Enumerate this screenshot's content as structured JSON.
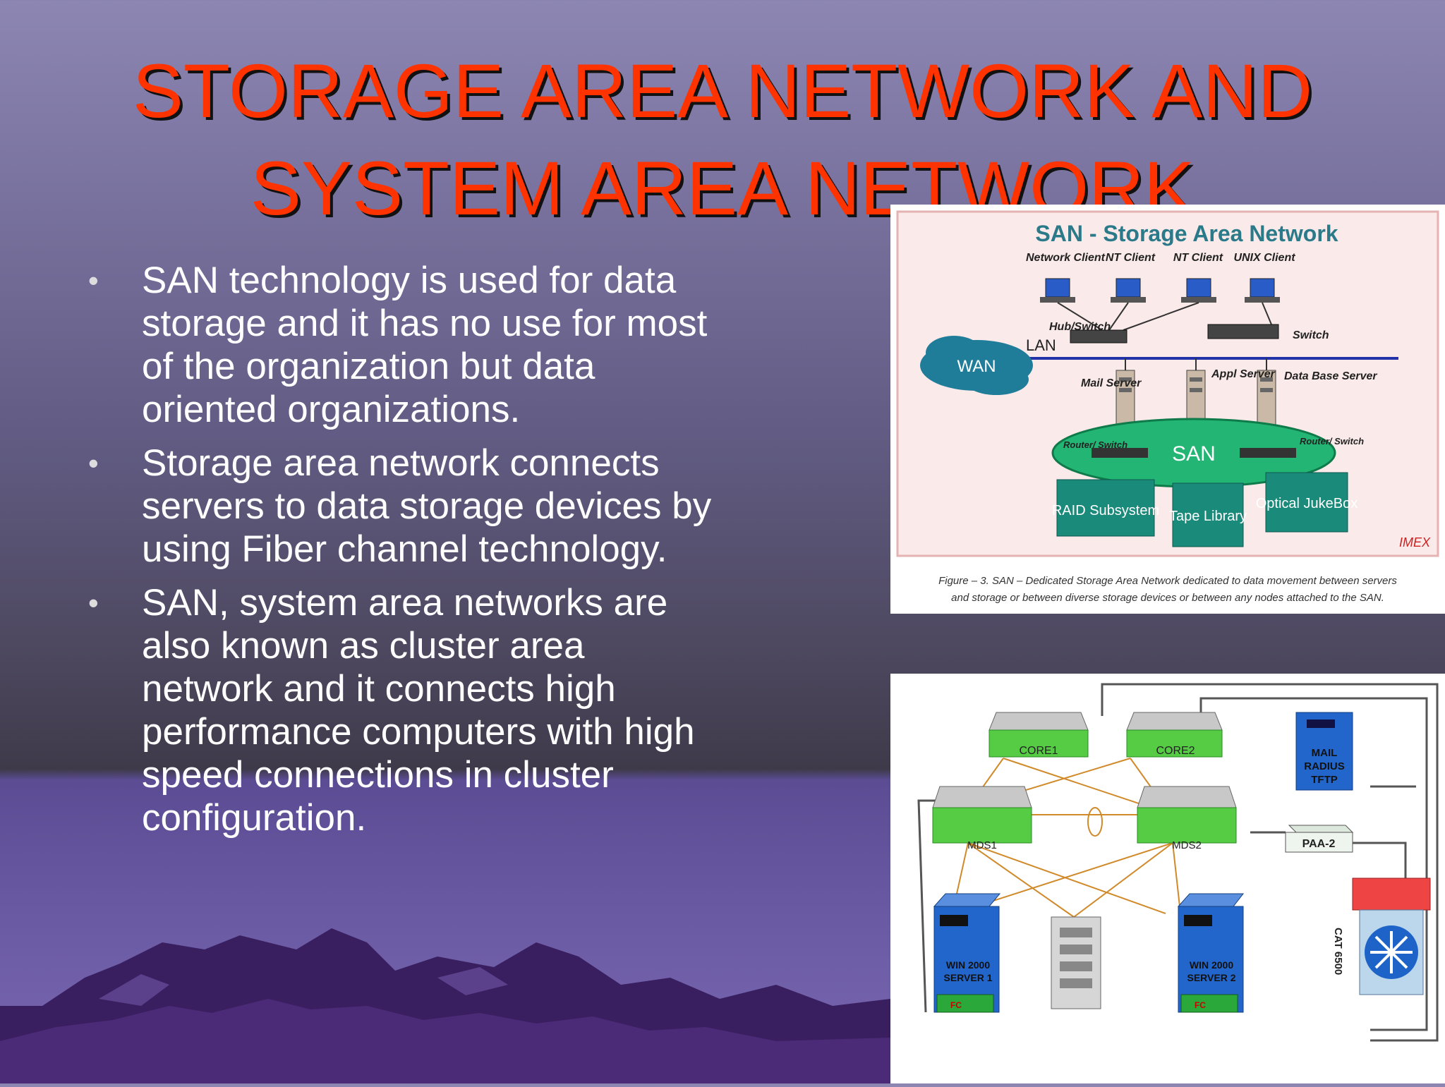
{
  "slide": {
    "title_line1": "STORAGE AREA NETWORK AND",
    "title_line2": "SYSTEM AREA NETWORK",
    "bullets": [
      "SAN technology is used for data storage and it has no use for most of the organization but data oriented organizations.",
      "Storage area network connects servers to data storage devices by using Fiber channel technology.",
      "SAN, system area networks are also known as cluster area network and it connects high performance computers with high speed connections in cluster configuration."
    ],
    "bullet_char": "•"
  },
  "figure_san": {
    "heading": "SAN - Storage Area Network",
    "clients": [
      "Network Client",
      "NT Client",
      "NT Client",
      "UNIX Client"
    ],
    "hub_label": "Hub/Switch",
    "switch_label": "Switch",
    "lan_label": "LAN",
    "wan_label": "WAN",
    "servers": [
      "Mail Server",
      "Appl Server",
      "Data Base Server"
    ],
    "router_left": "Router/ Switch",
    "router_right": "Router/ Switch",
    "san_label": "SAN",
    "storage": [
      "RAID Subsystem",
      "Tape Library",
      "Optical JukeBox"
    ],
    "credit": "IMEX",
    "caption_line1": "Figure – 3. SAN – Dedicated Storage Area Network dedicated to data movement between servers",
    "caption_line2": "and storage or between diverse storage devices or between any nodes attached to the SAN."
  },
  "figure_cluster": {
    "core1": "CORE1",
    "core2": "CORE2",
    "mds1": "MDS1",
    "mds2": "MDS2",
    "mail_line1": "MAIL",
    "mail_line2": "RADIUS",
    "mail_line3": "TFTP",
    "paa": "PAA-2",
    "cat": "CAT 6500",
    "server1_line1": "WIN 2000",
    "server1_line2": "SERVER 1",
    "server2_line1": "WIN 2000",
    "server2_line2": "SERVER 2",
    "fc": "FC"
  },
  "colors": {
    "title": "#ff3300",
    "bullet_text": "#ffffff",
    "san_teal": "#1a8a7a",
    "san_green": "#22b573",
    "switch_green": "#33cc33",
    "server_blue": "#2266cc"
  }
}
